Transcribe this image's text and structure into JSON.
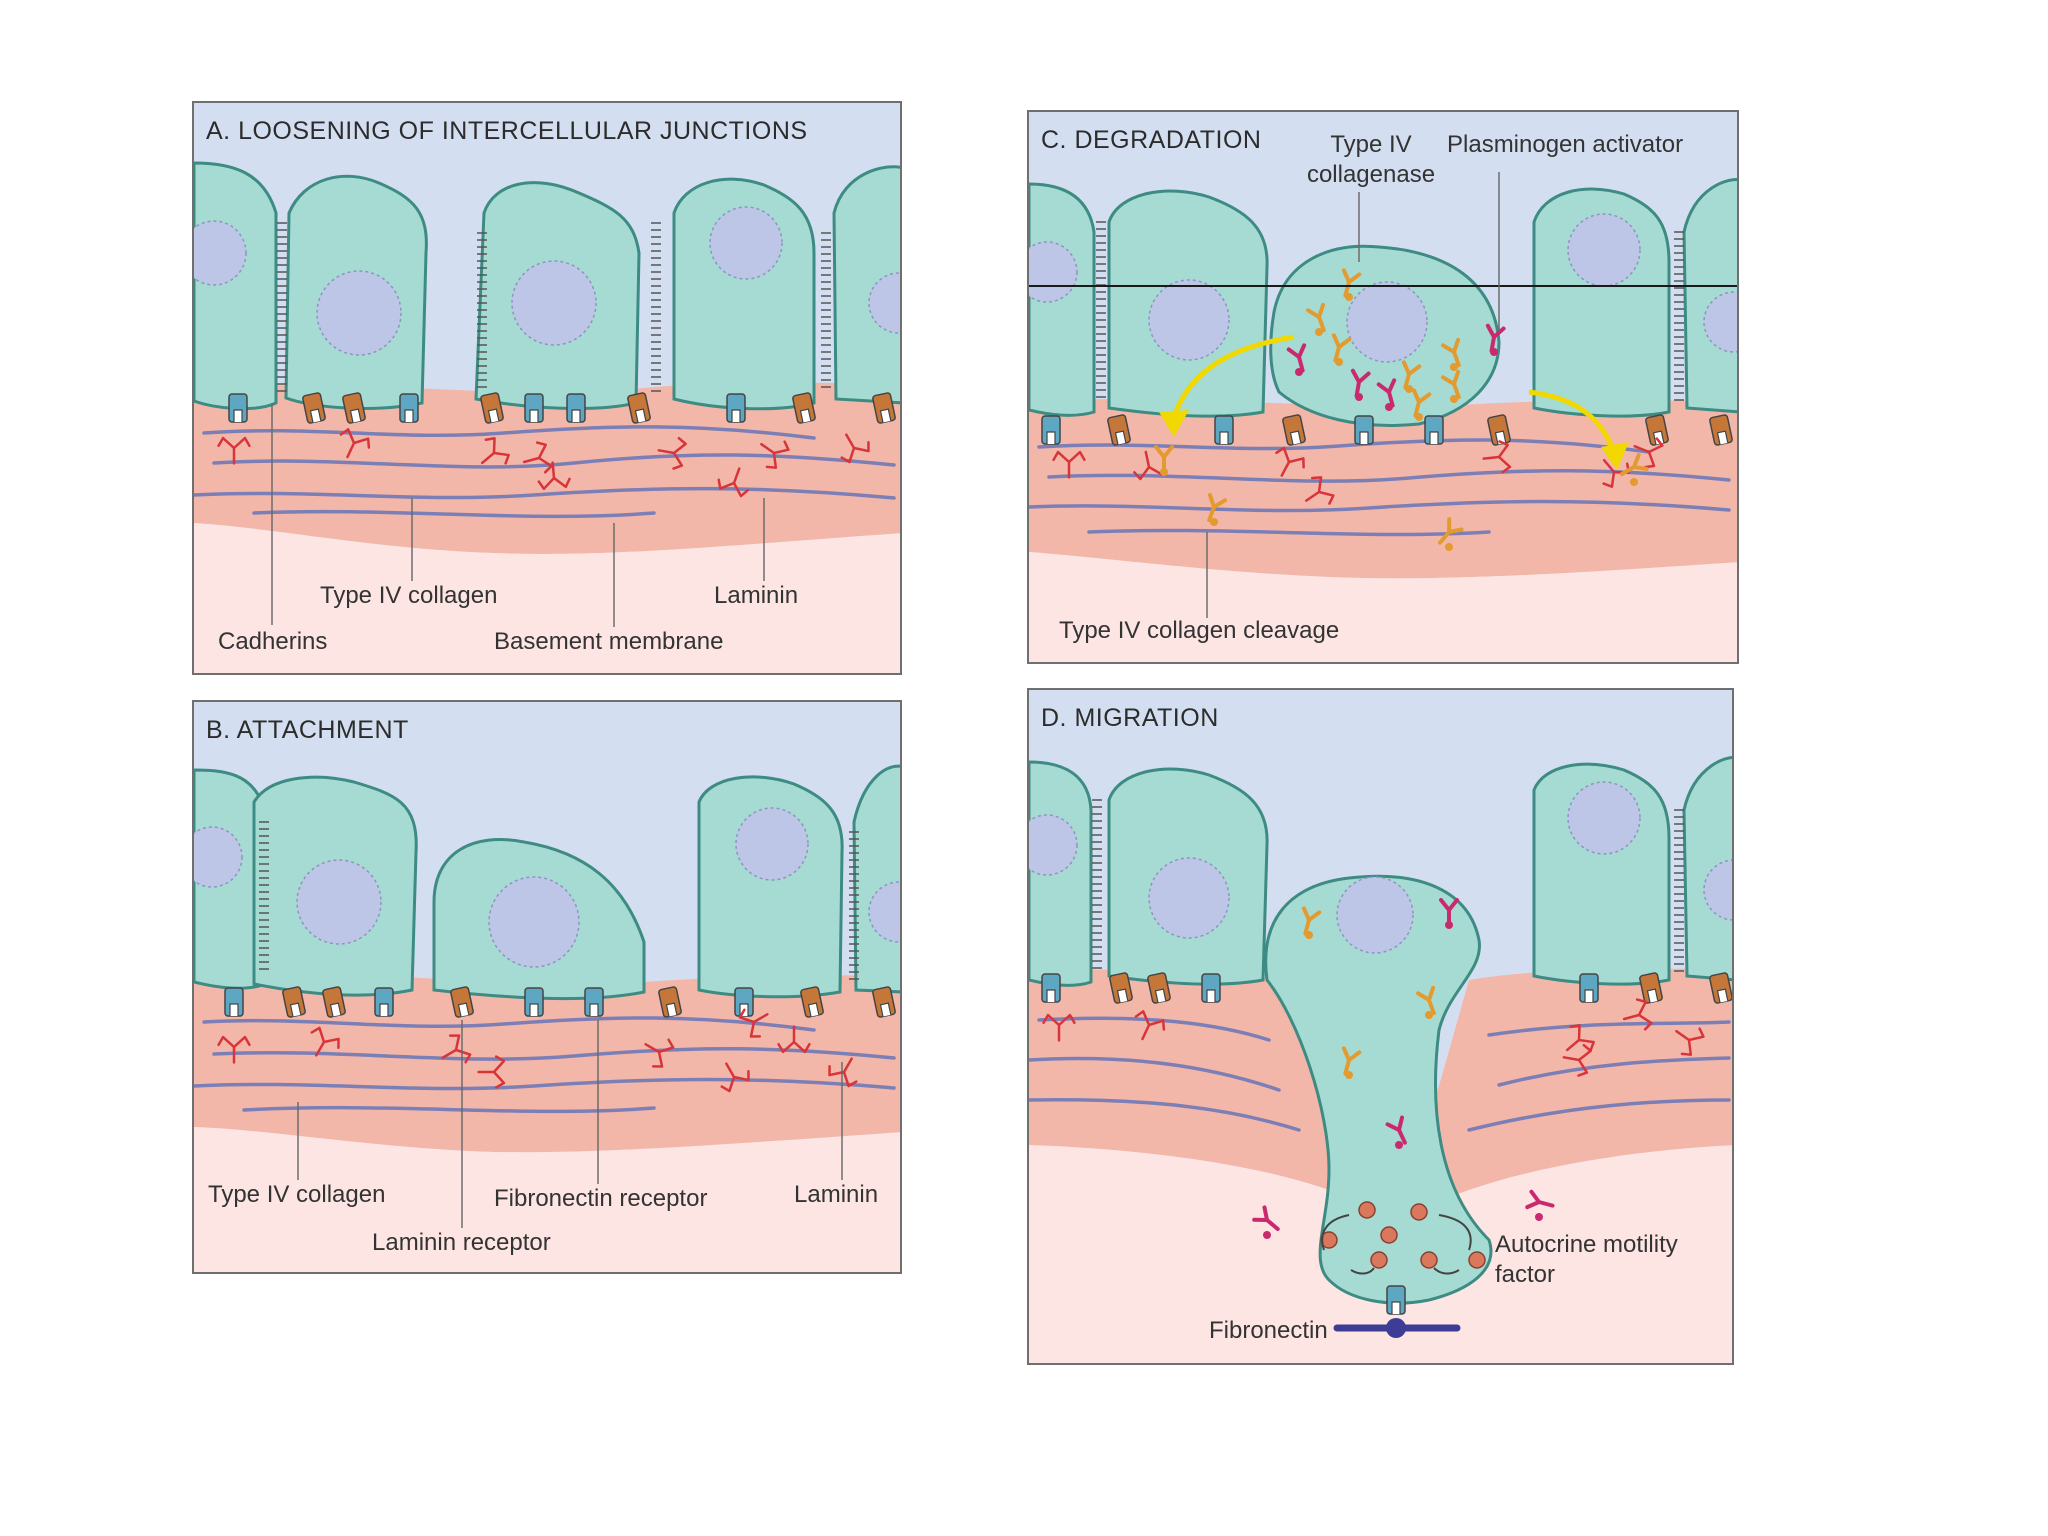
{
  "colors": {
    "lumen": "#d3dff0",
    "cell": "#a6dbd4",
    "cell_stroke": "#3d8b82",
    "nucleus": "#bdc6e6",
    "membrane": "#f3b7aa",
    "stroma": "#fce5e3",
    "collagen": "#7c7fb5",
    "laminin": "#d8343a",
    "cadherin": "#c5773a",
    "receptor": "#5da7c2",
    "collagenase": "#e39a2e",
    "plasminogen": "#c92a6e",
    "arrow": "#f0d800",
    "fibronectin": "#3d3d96"
  },
  "panels": {
    "A": {
      "title": "A. LOOSENING OF INTERCELLULAR JUNCTIONS",
      "labels": {
        "type4": "Type IV collagen",
        "laminin": "Laminin",
        "cadherins": "Cadherins",
        "basement": "Basement membrane"
      }
    },
    "B": {
      "title": "B. ATTACHMENT",
      "labels": {
        "type4": "Type IV collagen",
        "fibronectin_receptor": "Fibronectin receptor",
        "laminin": "Laminin",
        "laminin_receptor": "Laminin receptor"
      }
    },
    "C": {
      "title": "C. DEGRADATION",
      "labels": {
        "collagenase": "Type IV\ncollagenase",
        "plasminogen": "Plasminogen activator",
        "cleavage": "Type IV collagen cleavage"
      }
    },
    "D": {
      "title": "D. MIGRATION",
      "labels": {
        "autocrine": "Autocrine motility\nfactor",
        "fibronectin": "Fibronectin"
      }
    }
  }
}
